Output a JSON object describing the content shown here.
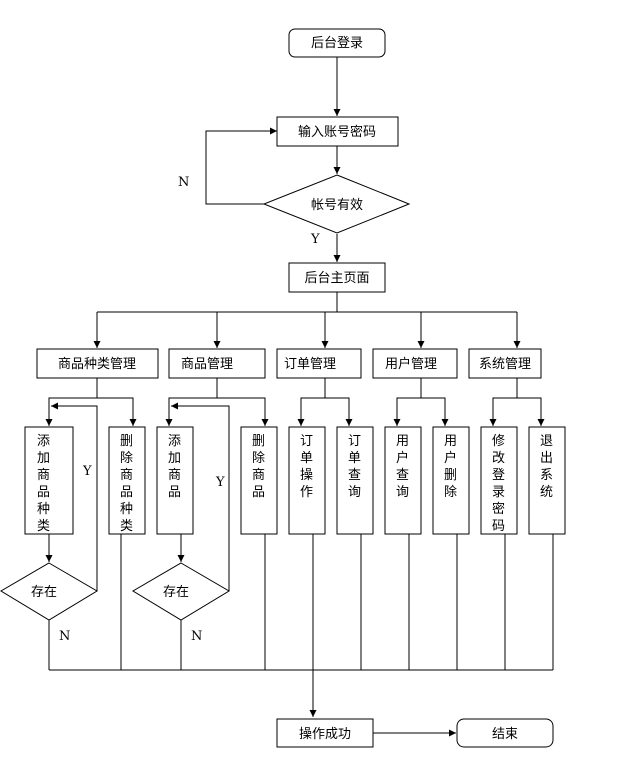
{
  "nodes": {
    "login": "后台登录",
    "input_account": "输入账号密码",
    "account_valid": "帐号有效",
    "main_page": "后台主页面",
    "category_mgmt": "商品种类管理",
    "product_mgmt": "商品管理",
    "order_mgmt": "订单管理",
    "user_mgmt": "用户管理",
    "system_mgmt": "系统管理",
    "add_category": "添加商品种类",
    "delete_category": "删除商品种类",
    "add_product": "添加商品",
    "delete_product": "删除商品",
    "order_operation": "订单操作",
    "order_query": "订单查询",
    "user_query": "用户查询",
    "user_delete": "用户删除",
    "change_password": "修改登录密码",
    "exit_system": "退出系统",
    "exists_1": "存在",
    "exists_2": "存在",
    "success": "操作成功",
    "end": "结束"
  },
  "edge_labels": {
    "invalid": "N",
    "valid": "Y",
    "cat_exists_yes": "Y",
    "cat_exists_no": "N",
    "prod_exists_yes": "Y",
    "prod_exists_no": "N"
  }
}
